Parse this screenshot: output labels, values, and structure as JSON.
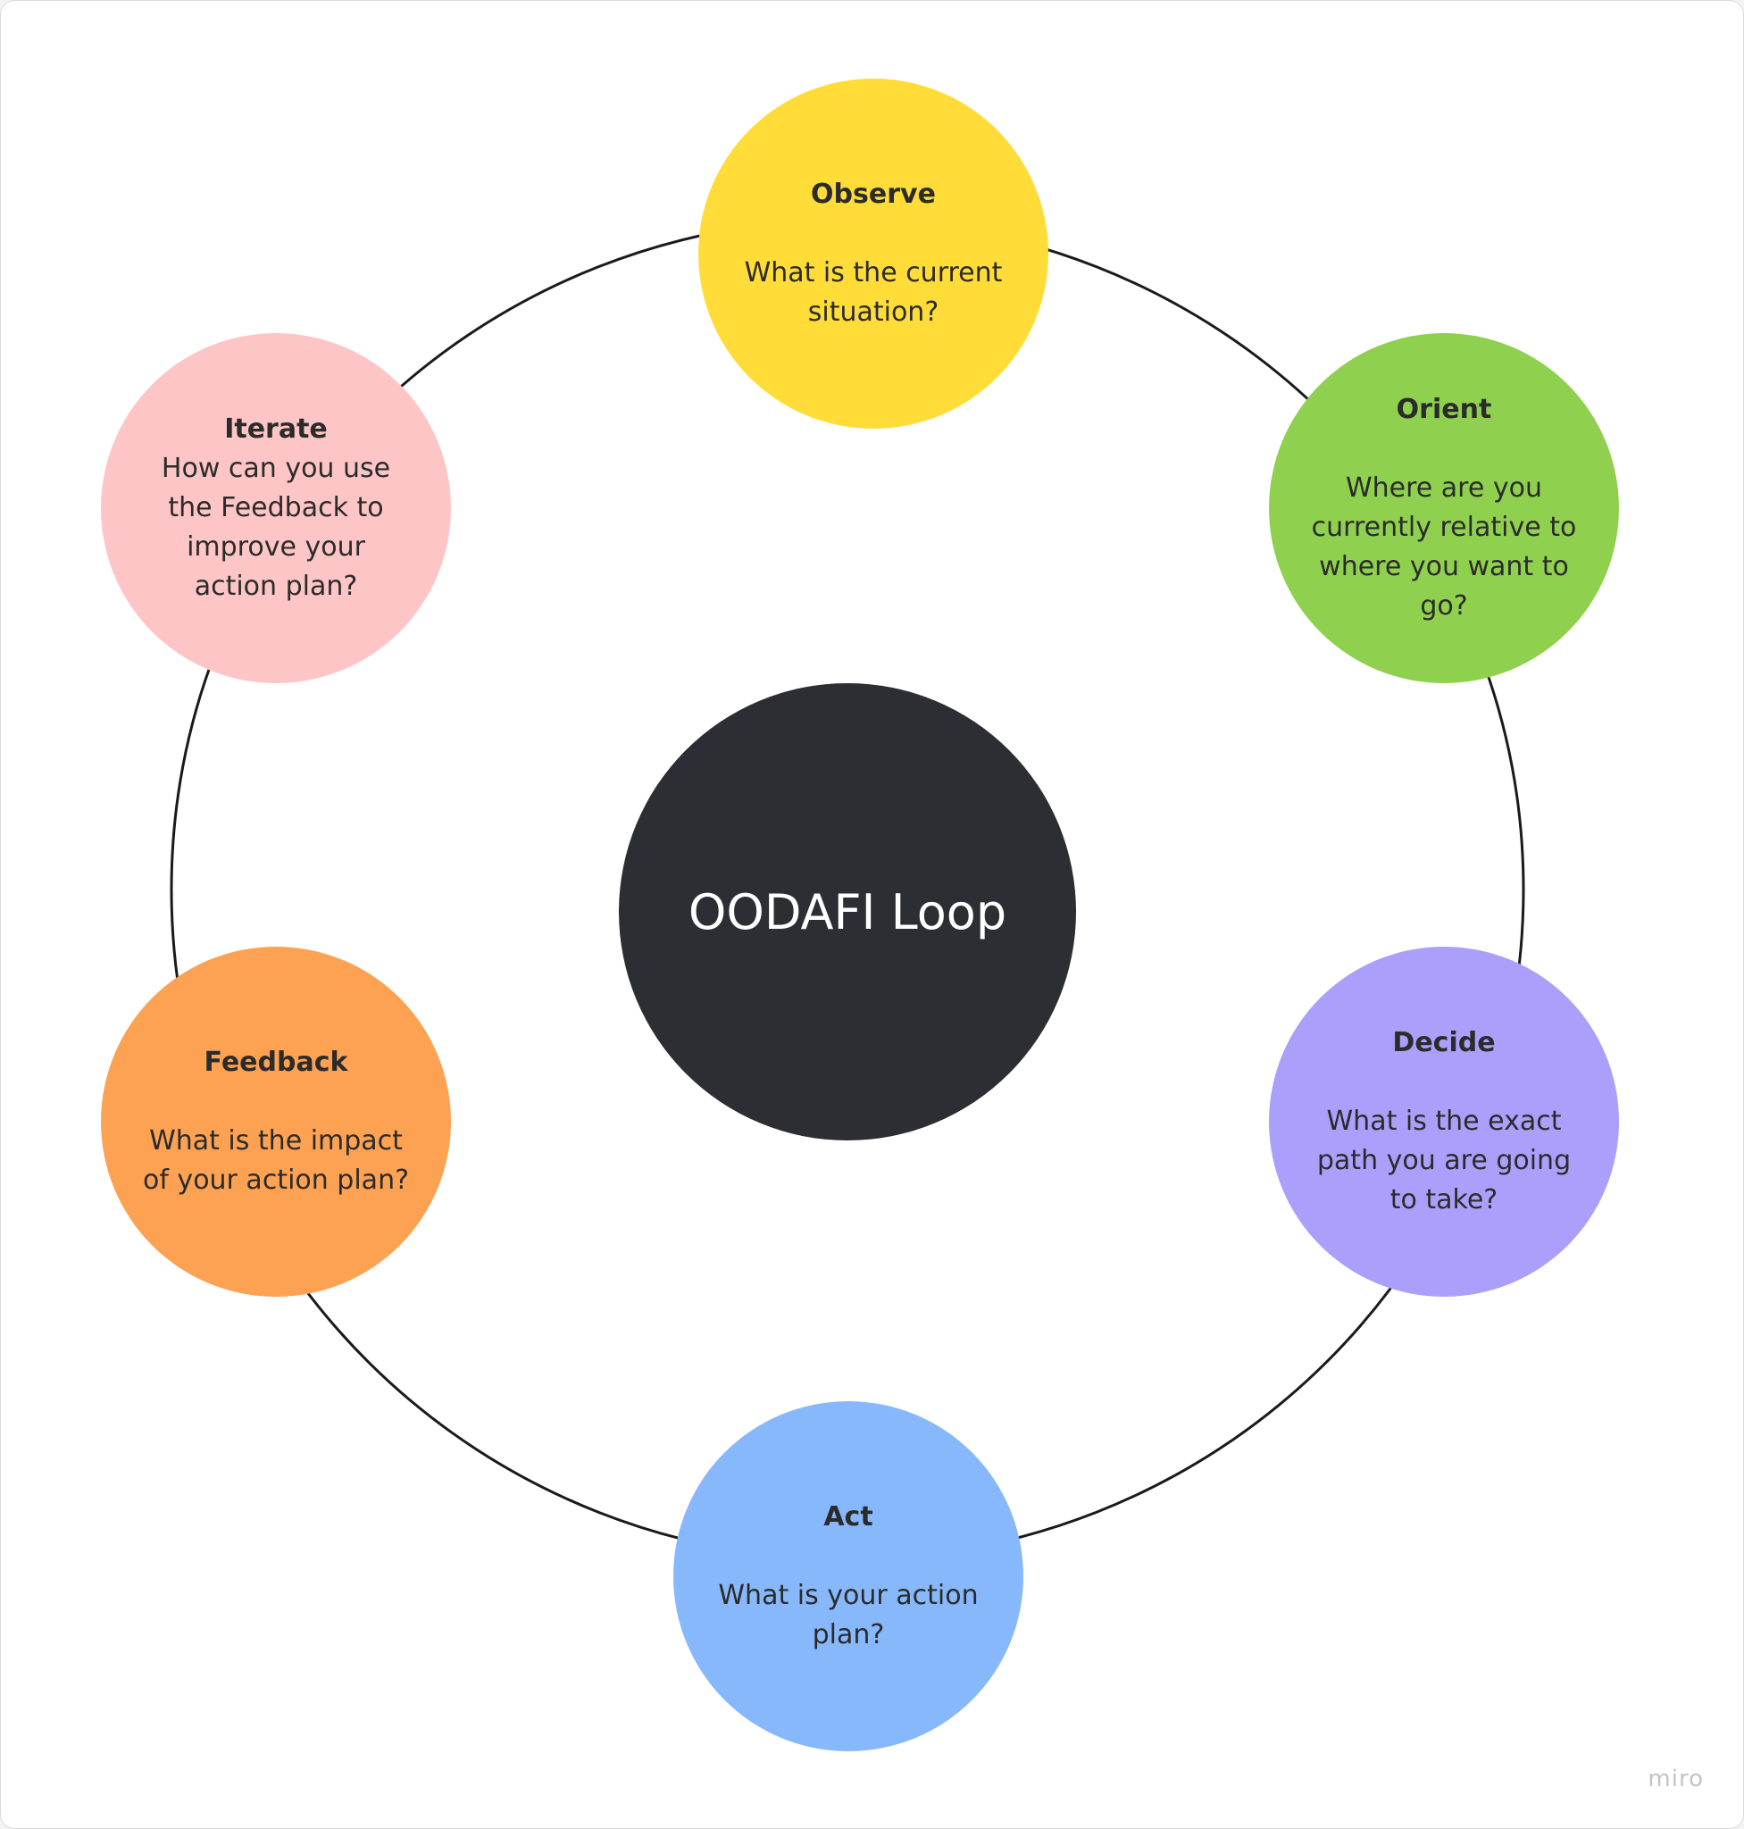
{
  "diagram": {
    "center_title": "OODAFI Loop",
    "nodes": [
      {
        "id": "observe",
        "title": "Observe",
        "question": "What is the current situation?",
        "color": "#ffdc37"
      },
      {
        "id": "orient",
        "title": "Orient",
        "question": "Where are you currently relative to where you want to go?",
        "color": "#8fd14f"
      },
      {
        "id": "decide",
        "title": "Decide",
        "question": "What is the exact path you are going to take?",
        "color": "#ab9ffc"
      },
      {
        "id": "act",
        "title": "Act",
        "question": "What is your action plan?",
        "color": "#88b8fc"
      },
      {
        "id": "feedback",
        "title": "Feedback",
        "question": "What is the impact of your action plan?",
        "color": "#fda253"
      },
      {
        "id": "iterate",
        "title": "Iterate",
        "question": "How can you use the Feedback to improve your action plan?",
        "color": "#fdc5c6"
      }
    ],
    "center_color": "#2d2e33",
    "ring_color": "#1a1a1a"
  },
  "watermark": "miro"
}
